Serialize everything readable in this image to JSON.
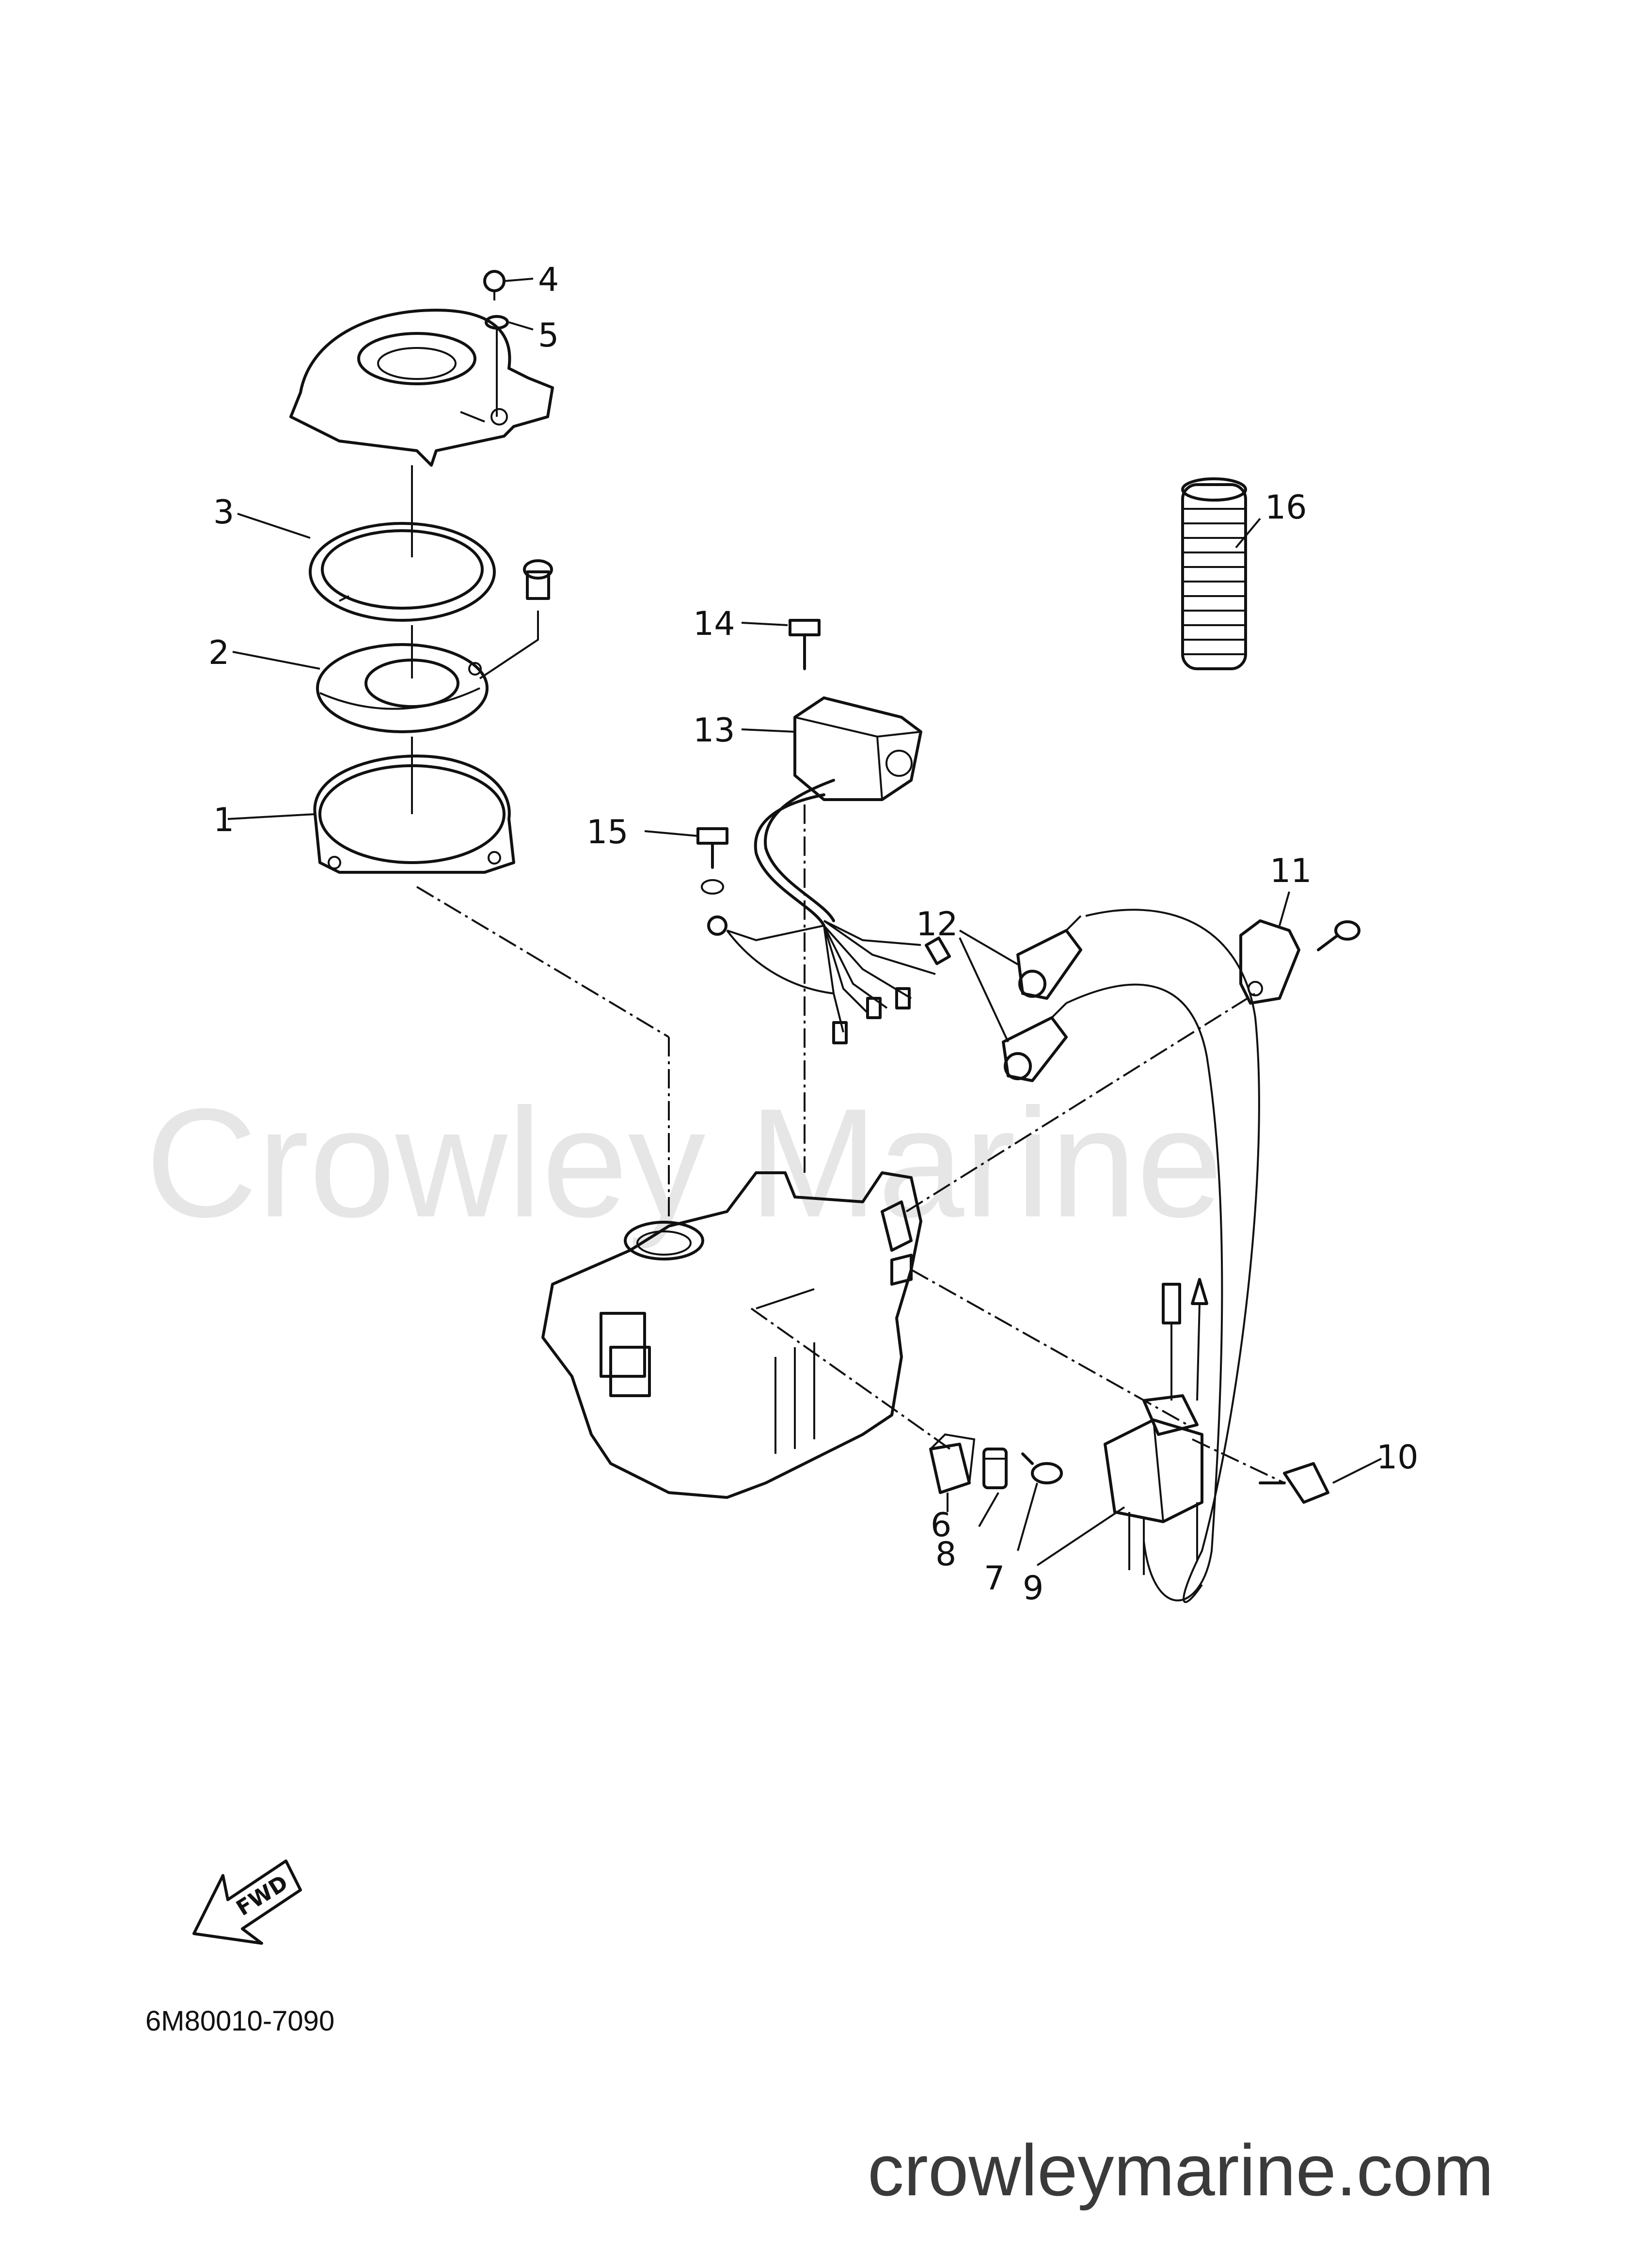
{
  "watermark": "Crowley Marine",
  "footer_url": "crowleymarine.com",
  "diagram_code": "6M80010-7090",
  "fwd_label": "FWD",
  "callouts": [
    "1",
    "2",
    "3",
    "4",
    "5",
    "6",
    "7",
    "8",
    "9",
    "10",
    "11",
    "12",
    "13",
    "14",
    "15",
    "16"
  ]
}
